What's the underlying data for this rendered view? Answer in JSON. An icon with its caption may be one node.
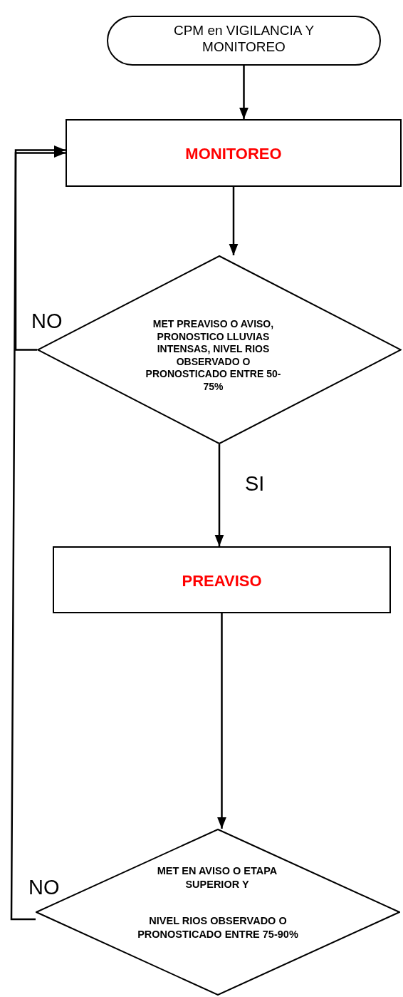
{
  "diagram": {
    "nodes": [
      {
        "text": [
          "CPM en VIGILANCIA Y MONITOREO"
        ]
      },
      {
        "text": [
          "MONITOREO"
        ]
      },
      {
        "text": [
          "MET PREAVISO  O AVISO, PRONOSTICO LLUVIAS INTENSAS, NIVEL RIOS OBSERVADO O PRONOSTICADO ENTRE 50-75%"
        ]
      },
      {
        "text": [
          "PREAVISO"
        ]
      },
      {
        "text": [
          "MET EN  AVISO  O ETAPA SUPERIOR Y",
          "NIVEL RIOS OBSERVADO O PRONOSTICADO ENTRE 75-90%"
        ]
      }
    ],
    "edges": [
      {
        "from": 0,
        "to": 1,
        "arrow": "to"
      },
      {
        "from": 1,
        "to": 2,
        "arrow": "to"
      },
      {
        "from": 2,
        "to": 1,
        "arrow": "to",
        "label": "NO"
      },
      {
        "from": 2,
        "to": 3,
        "arrow": "to",
        "label": "SI"
      },
      {
        "from": 3,
        "to": 4,
        "arrow": "to"
      },
      {
        "from": 4,
        "to": 1,
        "arrow": "to",
        "label": "NO"
      }
    ]
  }
}
